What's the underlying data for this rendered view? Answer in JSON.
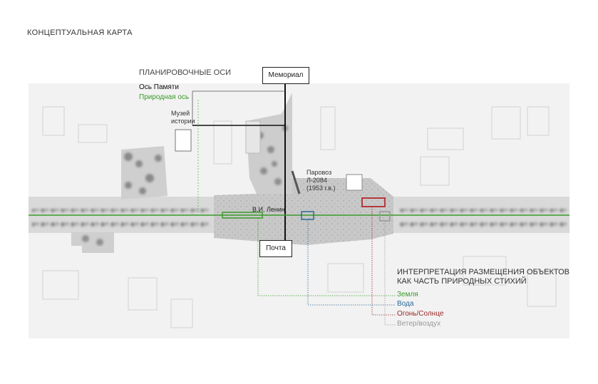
{
  "title": "КОНЦЕПТУАЛЬНАЯ КАРТА",
  "axes": {
    "heading": "ПЛАНИРОВОЧНЫЕ ОСИ",
    "memory_axis": "Ось Памяти",
    "nature_axis": "Природная ось",
    "memory_color": "#111111",
    "nature_color": "#3a9a2a"
  },
  "labels": {
    "memorial": "Мемориал",
    "museum_line1": "Музей",
    "museum_line2": "истории",
    "locomotive_line1": "Паровоз",
    "locomotive_line2": "Л-2084",
    "locomotive_line3": "(1953 г.в.)",
    "lenin": "В.И. Ленин",
    "post": "Почта"
  },
  "interpretation": {
    "line1": "ИНТЕРПРЕТАЦИЯ РАЗМЕЩЕНИЯ ОБЪЕКТОВ",
    "line2": "КАК ЧАСТЬ ПРИРОДНЫХ СТИХИЙ",
    "legend": [
      {
        "label": "Земля",
        "color": "#3a9a2a"
      },
      {
        "label": "Вода",
        "color": "#2a6a9a"
      },
      {
        "label": "Огонь/Солнце",
        "color": "#9a2a2a"
      },
      {
        "label": "Ветер/воздух",
        "color": "#999999"
      }
    ]
  }
}
